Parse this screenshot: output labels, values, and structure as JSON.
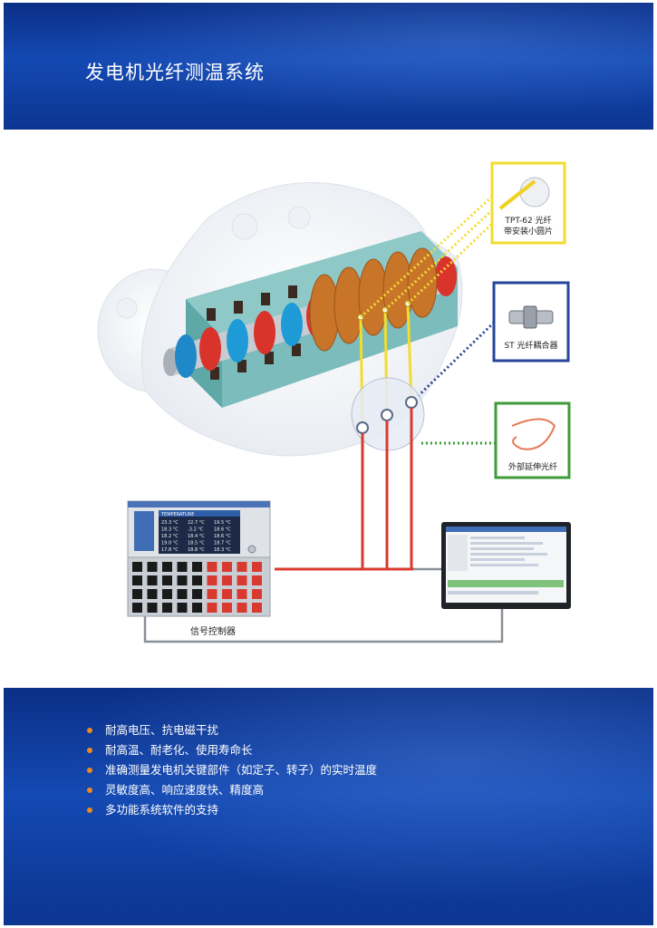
{
  "header": {
    "title": "发电机光纤测温系统"
  },
  "callouts": {
    "probe": {
      "line1": "TPT-62 光纤",
      "line2": "带安装小圆片",
      "color": "#f2dc2e"
    },
    "coupler": {
      "label": "ST 光纤耦合器",
      "color": "#27459a"
    },
    "extension": {
      "label": "外部延伸光纤",
      "color": "#3f9b3a"
    }
  },
  "controller": {
    "label": "信号控制器",
    "brand": "TEMPERATURE",
    "readings": [
      "23.3 °C",
      "22.7 °C",
      "19.5 °C",
      "18.3 °C",
      "-3.2 °C",
      "18.6 °C",
      "18.2 °C",
      "18.4 °C",
      "18.6 °C",
      "19.0 °C",
      "18.5 °C",
      "18.7 °C",
      "17.8 °C",
      "18.8 °C",
      "18.3 °C"
    ]
  },
  "features": [
    "耐高电压、抗电磁干扰",
    "耐高温、耐老化、使用寿命长",
    "准确测量发电机关键部件（如定子、转子）的实时温度",
    "灵敏度高、响应速度快、精度高",
    "多功能系统软件的支持"
  ],
  "colors": {
    "band": "#1449b3",
    "bullet": "#f08a1e",
    "fiber_red": "#d93a2f",
    "cable_gray": "#8a8f98"
  }
}
